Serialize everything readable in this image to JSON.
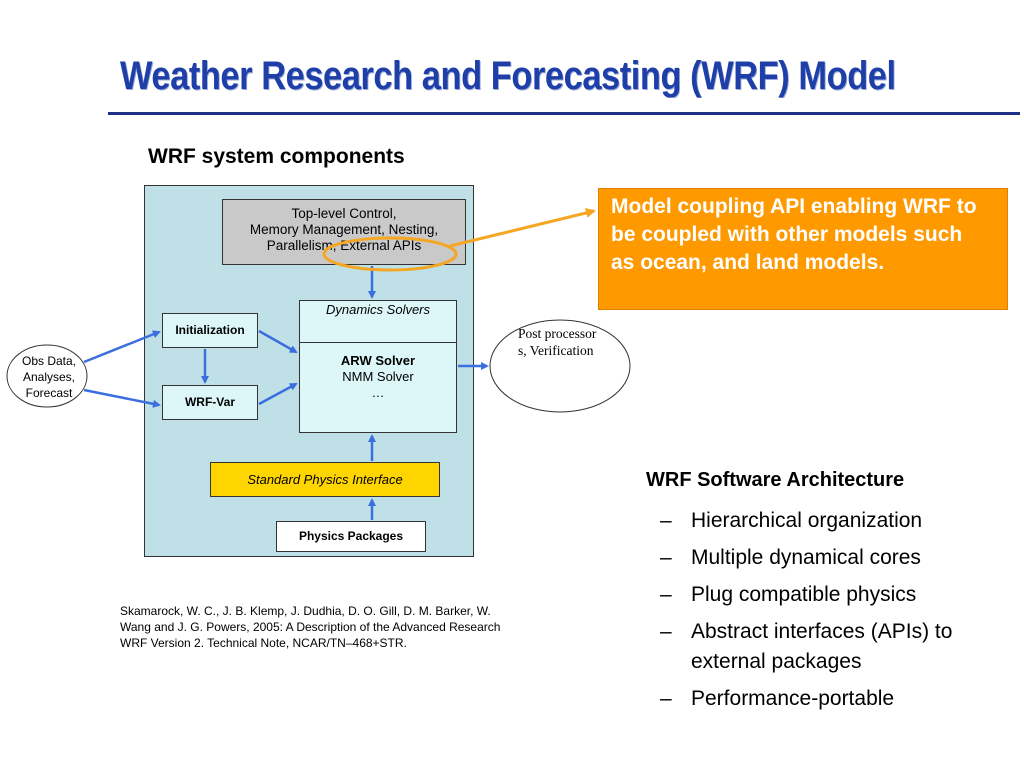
{
  "title": "Weather Research and Forecasting (WRF) Model",
  "section_heading": "WRF system components",
  "diagram": {
    "top_level_control": [
      "Top-level Control,",
      "Memory Management, Nesting,",
      "Parallelism, External APIs"
    ],
    "dynamics_solvers": {
      "header": "Dynamics Solvers",
      "arw": "ARW Solver",
      "nmm": "NMM Solver",
      "more": "…"
    },
    "initialization": "Initialization",
    "wrf_var": "WRF-Var",
    "physics_interface": "Standard Physics Interface",
    "physics_packages": "Physics Packages",
    "obs_data": [
      "Obs Data,",
      "Analyses,",
      "Forecast"
    ],
    "post_processors": "Post processors, Verification"
  },
  "callout": "Model coupling API enabling WRF to be coupled with other models such as ocean, and land models.",
  "citation": "Skamarock, W. C., J. B. Klemp, J. Dudhia, D. O. Gill, D. M. Barker, W. Wang and J. G. Powers, 2005: A Description of the Advanced Research WRF Version 2. Technical Note, NCAR/TN–468+STR.",
  "architecture": {
    "heading": "WRF Software Architecture",
    "items": [
      "Hierarchical organization",
      "Multiple dynamical cores",
      "Plug compatible physics",
      "Abstract interfaces (APIs) to external packages",
      "Performance-portable"
    ]
  },
  "colors": {
    "title": "#1f3fa8",
    "panel": "#bfe0e6",
    "arrow": "#3b6fe0",
    "callout": "#ff9900",
    "highlight_ring": "#f5a623",
    "physics_interface": "#ffd500"
  }
}
